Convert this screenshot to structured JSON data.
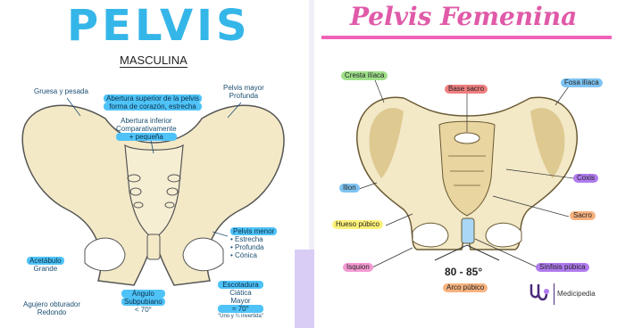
{
  "left": {
    "title": "PELVIS",
    "subtitle": "MASCULINA",
    "labels": {
      "gruesa": "Gruesa y pesada",
      "abertura_sup_1": "Abertura superior de la pelvis",
      "abertura_sup_2": "forma de corazón, estrecha",
      "abertura_inf_1": "Abertura inferior",
      "abertura_inf_2": "Comparativamente",
      "abertura_inf_3": "+ pequeña",
      "pelvis_mayor_1": "Pelvis mayor",
      "pelvis_mayor_2": "Profunda",
      "pelvis_menor": "Pelvis menor",
      "estrecha": "• Estrecha",
      "profunda": "• Profunda",
      "conica": "• Cónica",
      "acetabulo_1": "Acetábulo",
      "acetabulo_2": "Grande",
      "agujero_1": "Agujero obturador",
      "agujero_2": "Redondo",
      "angulo_1": "Ángulo",
      "angulo_2": "Subpubiano",
      "angulo_3": "< 70°",
      "escotadura_1": "Escotadura",
      "escotadura_2": "Ciática",
      "escotadura_3": "Mayor",
      "escotadura_4": "≈ 70°",
      "escotadura_5": "\"Uno y ¼ invertida\""
    }
  },
  "right": {
    "title": "Pelvis Femenina",
    "labels": {
      "cresta": "Cresta ilíaca",
      "base_sacro": "Base sacro",
      "fosa": "Fosa ilíaca",
      "ilion": "Ilion",
      "coxis": "Coxis",
      "hueso_pubico": "Hueso púbico",
      "sacro": "Sacro",
      "isquion": "Isquion",
      "sinfisis": "Sínfisis púbica",
      "angle_value": "80 - 85°",
      "arco": "Arco púbico",
      "brand": "Medicipedia"
    }
  },
  "colors": {
    "bone": "#f3e9c7",
    "bone_shadow": "#c9ad6b",
    "blue_title": "#35b6e8",
    "pink_title": "#e05aa8",
    "pink_line": "#f062b8",
    "tag_red": "#ef7f7f",
    "tag_blue": "#7fc4f2",
    "tag_purple": "#b07bef",
    "tag_yellow": "#fff27a",
    "tag_green": "#9fe08a",
    "tag_pink": "#f49ad3",
    "tag_orange": "#f7b27f"
  },
  "icons": [
    "stethoscope-logo-icon"
  ]
}
